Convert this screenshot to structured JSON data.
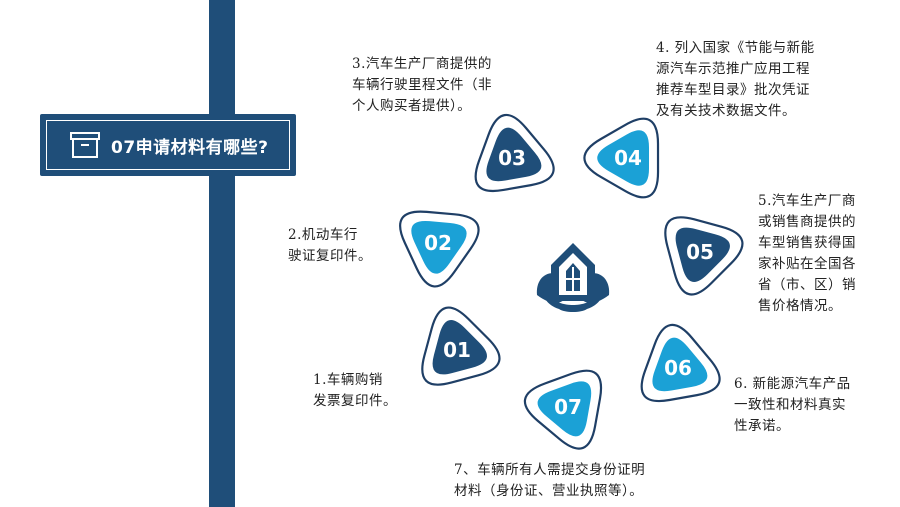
{
  "title": {
    "text": "07申请材料有哪些?",
    "icon": "box-icon"
  },
  "colors": {
    "navy": "#1f4e79",
    "cyan": "#1ba1d6",
    "outline": "#1f3f66"
  },
  "center_logo": {
    "icon": "house-leaf-logo-icon"
  },
  "items": [
    {
      "num": "01",
      "text": "1.车辆购销\n发票复印件。"
    },
    {
      "num": "02",
      "text": "2.机动车行\n驶证复印件。"
    },
    {
      "num": "03",
      "text": "3.汽车生产厂商提供的\n车辆行驶里程文件（非\n个人购买者提供）。"
    },
    {
      "num": "04",
      "text": "4. 列入国家《节能与新能\n源汽车示范推广应用工程\n推荐车型目录》批次凭证\n及有关技术数据文件。"
    },
    {
      "num": "05",
      "text": "5.汽车生产厂商\n或销售商提供的\n车型销售获得国\n家补贴在全国各\n省（市、区）销\n售价格情况。"
    },
    {
      "num": "06",
      "text": "6. 新能源汽车产品\n一致性和材料真实\n性承诺。"
    },
    {
      "num": "07",
      "text": "7、车辆所有人需提交身份证明\n材料（身份证、营业执照等）。"
    }
  ]
}
